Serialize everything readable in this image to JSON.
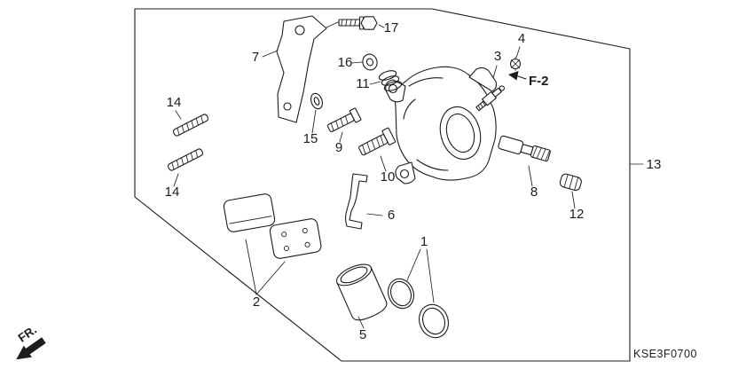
{
  "colors": {
    "line": "#1c1c1c",
    "background": "#ffffff"
  },
  "callouts": {
    "c1": "1",
    "c2": "2",
    "c3": "3",
    "c4": "4",
    "c5": "5",
    "c6": "6",
    "c7": "7",
    "c8": "8",
    "c9": "9",
    "c10": "10",
    "c11": "11",
    "c12": "12",
    "c13": "13",
    "c14a": "14",
    "c14b": "14",
    "c15": "15",
    "c16": "16",
    "c17": "17"
  },
  "labels": {
    "section_ref": "F-2",
    "front_marker": "FR.",
    "diagram_code": "KSE3F0700"
  }
}
